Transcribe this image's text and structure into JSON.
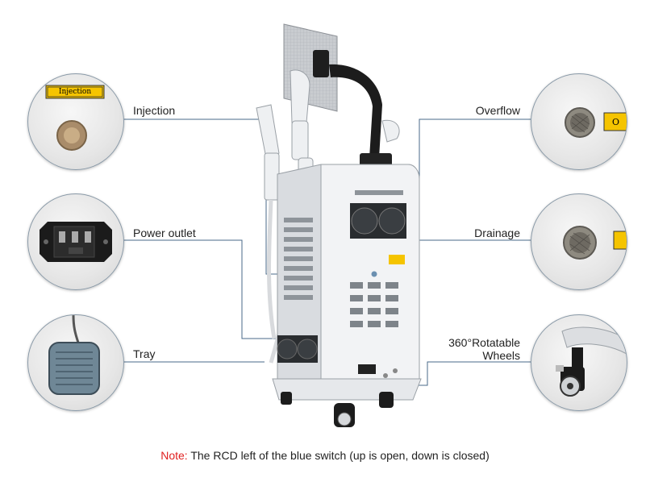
{
  "callouts": {
    "injection": "Injection",
    "power_outlet": "Power outlet",
    "tray": "Tray",
    "overflow": "Overflow",
    "drainage": "Drainage",
    "wheels_line1": "360°Rotatable",
    "wheels_line2": "Wheels"
  },
  "stickers": {
    "injection": "Injection",
    "overflow_partial": "O"
  },
  "note": {
    "key": "Note:",
    "text": " The RCD left of the blue switch (up is open, down is closed)"
  },
  "colors": {
    "note_key": "#e02020",
    "leader_line": "#4a6a8a",
    "sticker_yellow": "#f5c400",
    "tray_pedal": "#6f8796"
  }
}
